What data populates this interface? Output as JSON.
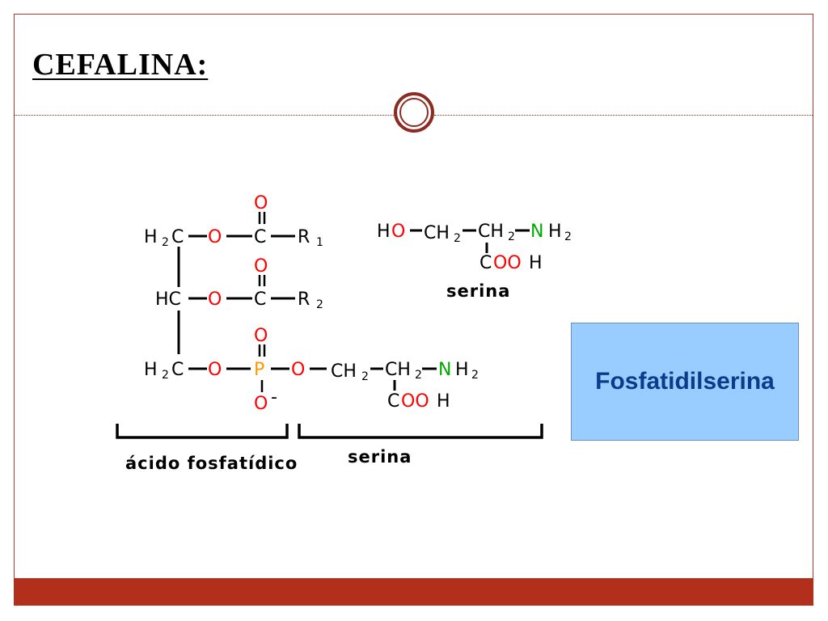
{
  "slide": {
    "title": "CEFALINA:",
    "box_label": "Fosfatidilserina"
  },
  "molecule": {
    "row1": {
      "left": "H",
      "sub_left": "2",
      "c": "C",
      "o": "O",
      "c2": "C",
      "top_o": "O",
      "r": "R",
      "sub_r": "1"
    },
    "row2": {
      "left": "HC",
      "o": "O",
      "c2": "C",
      "top_o": "O",
      "r": "R",
      "sub_r": "2"
    },
    "row3": {
      "left": "H",
      "sub_left": "2",
      "c": "C",
      "o": "O",
      "p": "P",
      "top_o": "O",
      "bottom_o": "O",
      "charge": "-",
      "o2": "O",
      "ch2": "CH",
      "sub_ch2": "2",
      "ch": "CH",
      "sub_ch": "2",
      "n": "N",
      "h2": "H",
      "sub_h2": "2",
      "cooh_c": "C",
      "cooh_oo": "OO",
      "cooh_h": "H"
    },
    "serina_top": {
      "h": "H",
      "o": "O",
      "ch2": "CH",
      "sub_ch2": "2",
      "ch": "CH",
      "sub_ch": "2",
      "n": "N",
      "h2": "H",
      "sub_h2": "2",
      "cooh_c": "C",
      "cooh_oo": "OO",
      "cooh_h": "H",
      "label": "serina"
    },
    "bracket_labels": {
      "acid": "ácido fosfatídico",
      "serina": "serina"
    }
  },
  "colors": {
    "accent": "#b22f1c",
    "oxygen": "#ff0000",
    "phosphorus": "#ff9900",
    "nitrogen": "#00aa00",
    "box": "#99ccff",
    "box_text": "#0b3c8c"
  }
}
